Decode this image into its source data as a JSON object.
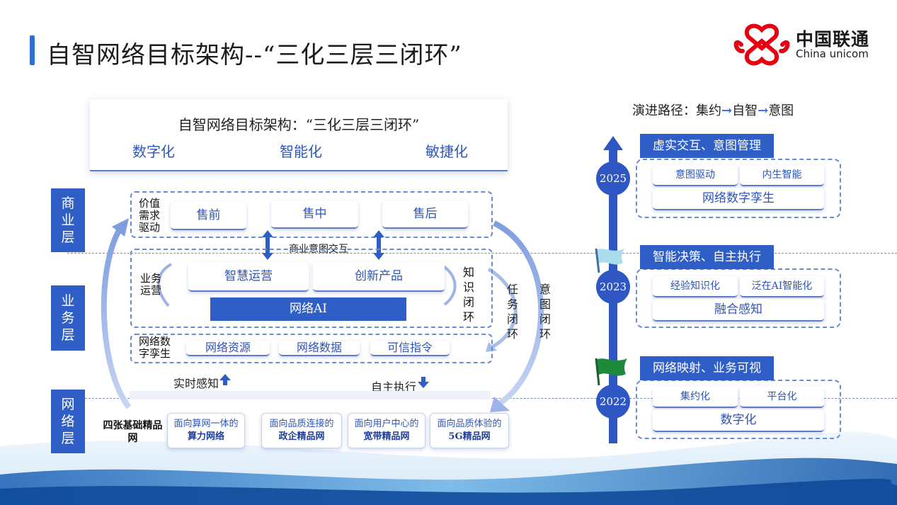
{
  "title": "自智网络目标架构--“三化三层三闭环”",
  "logo": {
    "cn": "中国联通",
    "en": "China unicom"
  },
  "arch": {
    "title": "自智网络目标架构：“三化三层三闭环”",
    "tags": [
      "数字化",
      "智能化",
      "敏捷化"
    ]
  },
  "layers": {
    "business": "商业层",
    "service": "业务层",
    "network": "网络层"
  },
  "business_layer": {
    "driver_label": "价值需求驱动",
    "items": [
      "售前",
      "售中",
      "售后"
    ],
    "interaction_label": "商业意图交互"
  },
  "service_layer": {
    "ops_label": "业务运营",
    "items": [
      "智慧运营",
      "创新产品"
    ],
    "ai": "网络AI",
    "knowledge_loop": "知识闭环",
    "twin_label": "网络数字孪生",
    "twin_items": [
      "网络资源",
      "网络数据",
      "可信指令"
    ]
  },
  "loops": {
    "task": "任务闭环",
    "intent": "意图闭环"
  },
  "sense": {
    "realtime": "实时感知",
    "auto_exec": "自主执行"
  },
  "network_layer": {
    "label": "四张基础精品网",
    "cards": [
      {
        "top": "面向算网一体的",
        "bottom": "算力网络"
      },
      {
        "top": "面向品质连接的",
        "bottom": "政企精品网"
      },
      {
        "top": "面向用户中心的",
        "bottom": "宽带精品网"
      },
      {
        "top": "面向品质体验的",
        "bottom": "5G精品网"
      }
    ]
  },
  "evolution": {
    "label_prefix": "演进路径：",
    "steps": [
      "集约",
      "自智",
      "意图"
    ],
    "arrow": "→",
    "stages": [
      {
        "year": "2025",
        "head": "虚实交互、意图管理",
        "items": [
          "意图驱动",
          "内生智能"
        ],
        "wide": "网络数字孪生"
      },
      {
        "year": "2023",
        "head": "智能决策、自主执行",
        "items": [
          "经验知识化",
          "泛在AI智能化"
        ],
        "wide": "融合感知"
      },
      {
        "year": "2022",
        "head": "网络映射、业务可视",
        "items": [
          "集约化",
          "平台化"
        ],
        "wide": "数字化"
      }
    ]
  },
  "colors": {
    "primary": "#2f5fc6",
    "accent": "#2f6fe0",
    "logo_red": "#e60012"
  }
}
